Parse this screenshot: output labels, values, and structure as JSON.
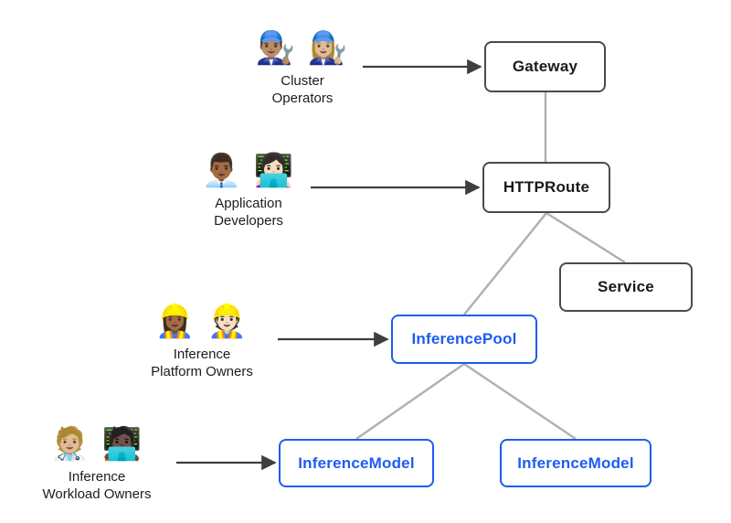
{
  "personas": [
    {
      "id": "cluster-operators",
      "emojis": "👨🏽‍🔧 👩🏼‍🔧",
      "line1": "Cluster",
      "line2": "Operators"
    },
    {
      "id": "application-developers",
      "emojis": "👨🏾‍💼 👩🏻‍💻",
      "line1": "Application",
      "line2": "Developers"
    },
    {
      "id": "inference-platform-owners",
      "emojis": "👷🏾‍♀️ 👷🏻",
      "line1": "Inference",
      "line2": "Platform Owners"
    },
    {
      "id": "inference-workload-owners",
      "emojis": "🧑🏼‍⚕️ 🧑🏿‍💻",
      "line1": "Inference",
      "line2": "Workload Owners"
    }
  ],
  "nodes": {
    "gateway": {
      "label": "Gateway",
      "style": "standard"
    },
    "httproute": {
      "label": "HTTPRoute",
      "style": "standard"
    },
    "service": {
      "label": "Service",
      "style": "standard"
    },
    "inference_pool": {
      "label": "InferencePool",
      "style": "extension"
    },
    "inference_model_left": {
      "label": "InferenceModel",
      "style": "extension"
    },
    "inference_model_right": {
      "label": "InferenceModel",
      "style": "extension"
    }
  },
  "edges": [
    {
      "from": "cluster-operators",
      "to": "gateway",
      "type": "arrow"
    },
    {
      "from": "application-developers",
      "to": "httproute",
      "type": "arrow"
    },
    {
      "from": "inference-platform-owners",
      "to": "inference_pool",
      "type": "arrow"
    },
    {
      "from": "inference-workload-owners",
      "to": "inference_model_left",
      "type": "arrow"
    },
    {
      "from": "gateway",
      "to": "httproute",
      "type": "line"
    },
    {
      "from": "httproute",
      "to": "service",
      "type": "line"
    },
    {
      "from": "httproute",
      "to": "inference_pool",
      "type": "line"
    },
    {
      "from": "inference_pool",
      "to": "inference_model_left",
      "type": "line"
    },
    {
      "from": "inference_pool",
      "to": "inference_model_right",
      "type": "line"
    }
  ],
  "colors": {
    "standard_border": "#4a4a4a",
    "extension_accent": "#1d5cf2",
    "connector_line": "#b1b1b1",
    "arrow": "#3f3f3f",
    "text": "#1c1c1c",
    "background": "#ffffff"
  }
}
